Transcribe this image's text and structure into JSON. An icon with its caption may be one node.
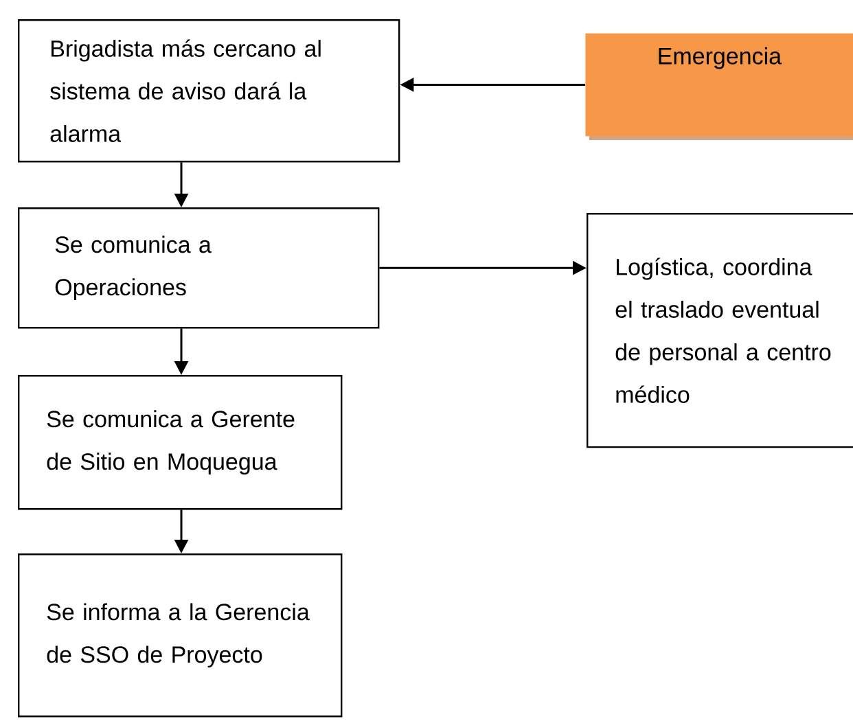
{
  "diagram": {
    "nodes": [
      {
        "text": [
          "Brigadista más cercano al sistema de aviso dará la alarma"
        ]
      },
      {
        "text": [
          "Emergencia"
        ]
      },
      {
        "text": [
          "Se comunica a Operaciones"
        ]
      },
      {
        "text": [
          "Logística, coordina el traslado eventual de personal a centro médico"
        ]
      },
      {
        "text": [
          "Se comunica a Gerente de Sitio en Moquegua"
        ]
      },
      {
        "text": [
          "Se informa a la Gerencia de SSO de Proyecto"
        ]
      }
    ],
    "edges": [
      {
        "from": 1,
        "to": 0,
        "arrow": "to"
      },
      {
        "from": 0,
        "to": 2,
        "arrow": "to"
      },
      {
        "from": 2,
        "to": 3,
        "arrow": "to"
      },
      {
        "from": 2,
        "to": 4,
        "arrow": "to"
      },
      {
        "from": 4,
        "to": 5,
        "arrow": "to"
      }
    ]
  }
}
